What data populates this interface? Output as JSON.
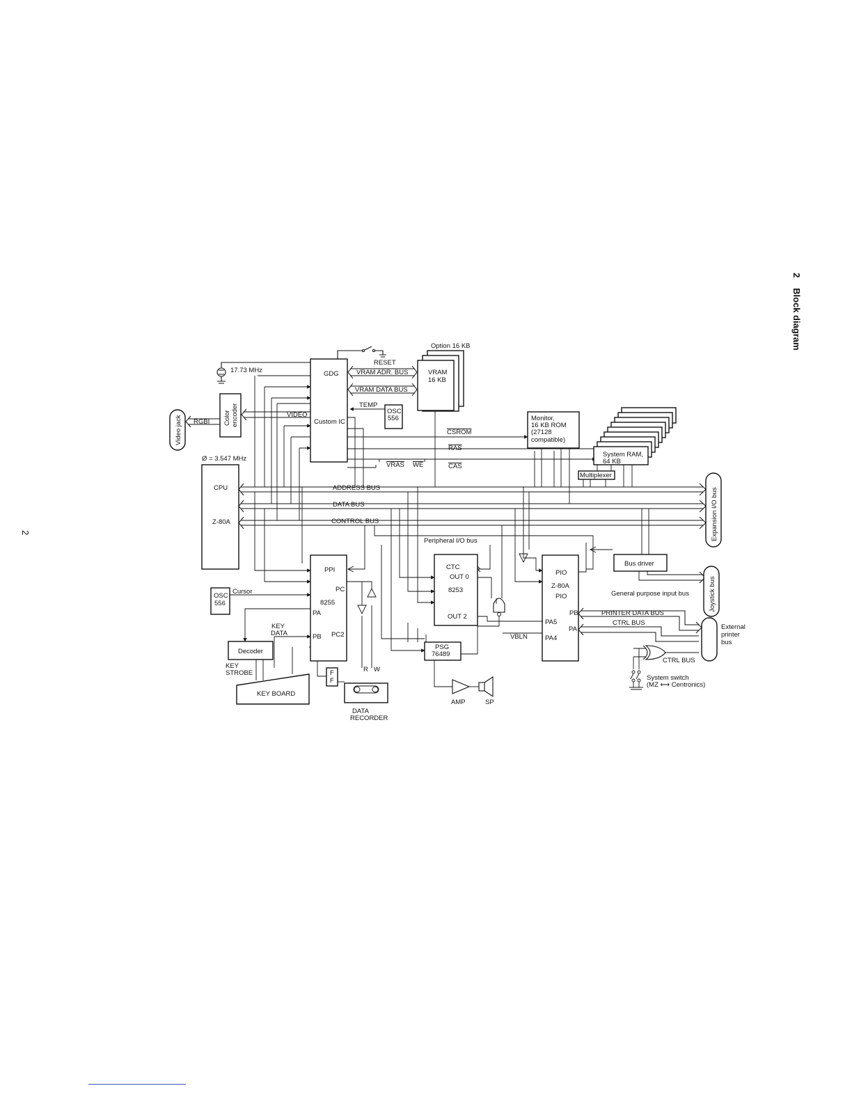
{
  "header": {
    "section_number": "2",
    "section_title": "Block diagram"
  },
  "page_number": "2",
  "blocks": {
    "gdg": "GDG",
    "custom_ic": "Custom IC",
    "vram": [
      "VRAM",
      "16 KB"
    ],
    "option": "Option 16 KB",
    "osc_temp": [
      "OSC",
      "556"
    ],
    "osc_cursor": [
      "OSC",
      "556"
    ],
    "color_encoder": [
      "Color",
      "encoder"
    ],
    "video_jack": "Video jack",
    "cpu": [
      "CPU",
      "Z-80A"
    ],
    "monitor": [
      "Monitor,",
      "16 KB ROM",
      "(27128",
      "compatible)"
    ],
    "system_ram": [
      "System RAM,",
      "64 KB"
    ],
    "multiplexer": "Multiplexer",
    "ppi": [
      "PPI",
      "8255"
    ],
    "ctc": [
      "CTC",
      "8253"
    ],
    "pio": [
      "PIO",
      "Z-80A",
      "PIO"
    ],
    "bus_driver": "Bus driver",
    "psg": [
      "PSG",
      "76489"
    ],
    "decoder": "Decoder",
    "keyboard": "KEY BOARD",
    "ff": [
      "F",
      "F"
    ],
    "data_recorder": [
      "DATA",
      "RECORDER"
    ],
    "expansion_bus": "Expansion I/O bus",
    "joystick_bus": "Joystick bus",
    "printer_bus": [
      "External",
      "printer",
      "bus"
    ]
  },
  "labels": {
    "clock_1": "17.73 MHz",
    "clock_2": "Ø = 3.547 MHz",
    "reset": "RESET",
    "vram_adr_bus": "VRAM ADR. BUS",
    "vram_data_bus": "VRAM DATA BUS",
    "temp": "TEMP",
    "video": "VIDEO",
    "rgbi": "RGBI",
    "csrom": "CSROM",
    "ras": "RAS",
    "cas": "CAS",
    "vras": "VRAS",
    "we": "WE",
    "address_bus": "ADDRESS BUS",
    "data_bus": "DATA BUS",
    "control_bus": "CONTROL BUS",
    "peripheral_bus": "Peripheral I/O bus",
    "cursor": "Cursor",
    "pc": "PC",
    "pa": "PA",
    "pb": "PB",
    "pc2": "PC2",
    "key_data": [
      "KEY",
      "DATA"
    ],
    "key_strobe": [
      "KEY",
      "STROBE"
    ],
    "r": "R",
    "w": "W",
    "out0": "OUT 0",
    "out2": "OUT 2",
    "pio_pb": "PB",
    "pio_pa": "PA",
    "pa5": "PA5",
    "pa4": "PA4",
    "vbln": "VBLN",
    "printer_data_bus": "PRINTER DATA BUS",
    "ctrl_bus_1": "CTRL BUS",
    "ctrl_bus_2": "CTRL BUS",
    "gp_input_bus": "General purpose input bus",
    "amp": "AMP",
    "sp": "SP",
    "system_switch": [
      "System switch",
      "(MZ ⟷ Centronics)"
    ]
  }
}
